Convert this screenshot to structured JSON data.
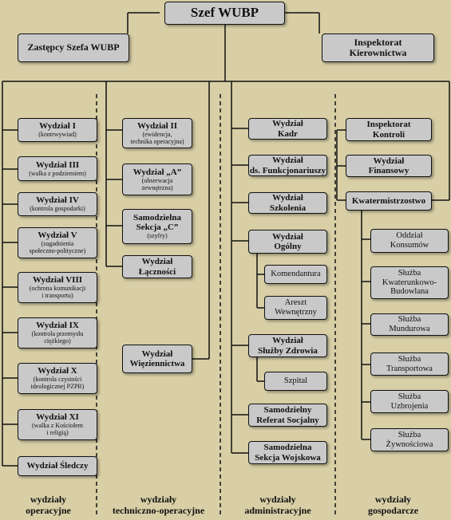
{
  "top": {
    "title": "Szef WUBP"
  },
  "deputies": {
    "title": "Zastępcy Szefa WUBP"
  },
  "inspectorate": {
    "title": "Inspektorat\nKierownictwa"
  },
  "operational": [
    {
      "title": "Wydział I",
      "sub": "(kontrwywiad)"
    },
    {
      "title": "Wydział III",
      "sub": "(walka z podziemiem)"
    },
    {
      "title": "Wydział IV",
      "sub": "(kontrola gospodarki)"
    },
    {
      "title": "Wydział V",
      "sub": "(zagadnienia\nspołeczno-polityczne)"
    },
    {
      "title": "Wydział VIII",
      "sub": "(ochrona komunikacji\ni transportu)"
    },
    {
      "title": "Wydział IX",
      "sub": "(kontrola przemysłu\nciężkiego)"
    },
    {
      "title": "Wydział X",
      "sub": "(kontrola czystości\nideologicznej PZPR)"
    },
    {
      "title": "Wydział XI",
      "sub": "(walka z Kościołem\ni religią)"
    },
    {
      "title": "Wydział Śledczy",
      "sub": ""
    }
  ],
  "technical": [
    {
      "title": "Wydział II",
      "sub": "(ewidencja,\ntechnika operacyjna)"
    },
    {
      "title": "Wydział „A”",
      "sub": "(obserwacja\nzewnętrzna)"
    },
    {
      "title": "Samodzielna\nSekcja „C”",
      "sub": "(szyfry)"
    },
    {
      "title": "Wydział\nŁączności",
      "sub": ""
    },
    {
      "title": "Wydział\nWięziennictwa",
      "sub": ""
    }
  ],
  "administrative": [
    {
      "title": "Wydział\nKadr"
    },
    {
      "title": "Wydział\nds. Funkcjonariuszy"
    },
    {
      "title": "Wydział\nSzkolenia"
    },
    {
      "title": "Wydział\nOgólny"
    },
    {
      "title": "Wydział\nSłużby Zdrowia"
    },
    {
      "title": "Samodzielny\nReferat Socjalny"
    },
    {
      "title": "Samodzielna\nSekcja Wojskowa"
    }
  ],
  "admin_sub": {
    "komendantura": "Komendantura",
    "areszt": "Areszt\nWewnętrzny",
    "szpital": "Szpital"
  },
  "economic": [
    {
      "title": "Inspektorat\nKontroli"
    },
    {
      "title": "Wydział\nFinansowy"
    },
    {
      "title": "Kwatermistrzostwo"
    }
  ],
  "kwatermistrzostwo_units": [
    "Oddział\nKonsumów",
    "Służba\nKwaterunkowo-\nBudowlana",
    "Służba\nMundurowa",
    "Służba\nTransportowa",
    "Służba\nUzbrojenia",
    "Służba\nŻywnościowa"
  ],
  "categories": {
    "operational": "wydziały\noperacyjne",
    "technical": "wydziały\ntechniczno-operacyjne",
    "administrative": "wydziały\nadministracyjne",
    "economic": "wydziały\ngospodarcze"
  }
}
